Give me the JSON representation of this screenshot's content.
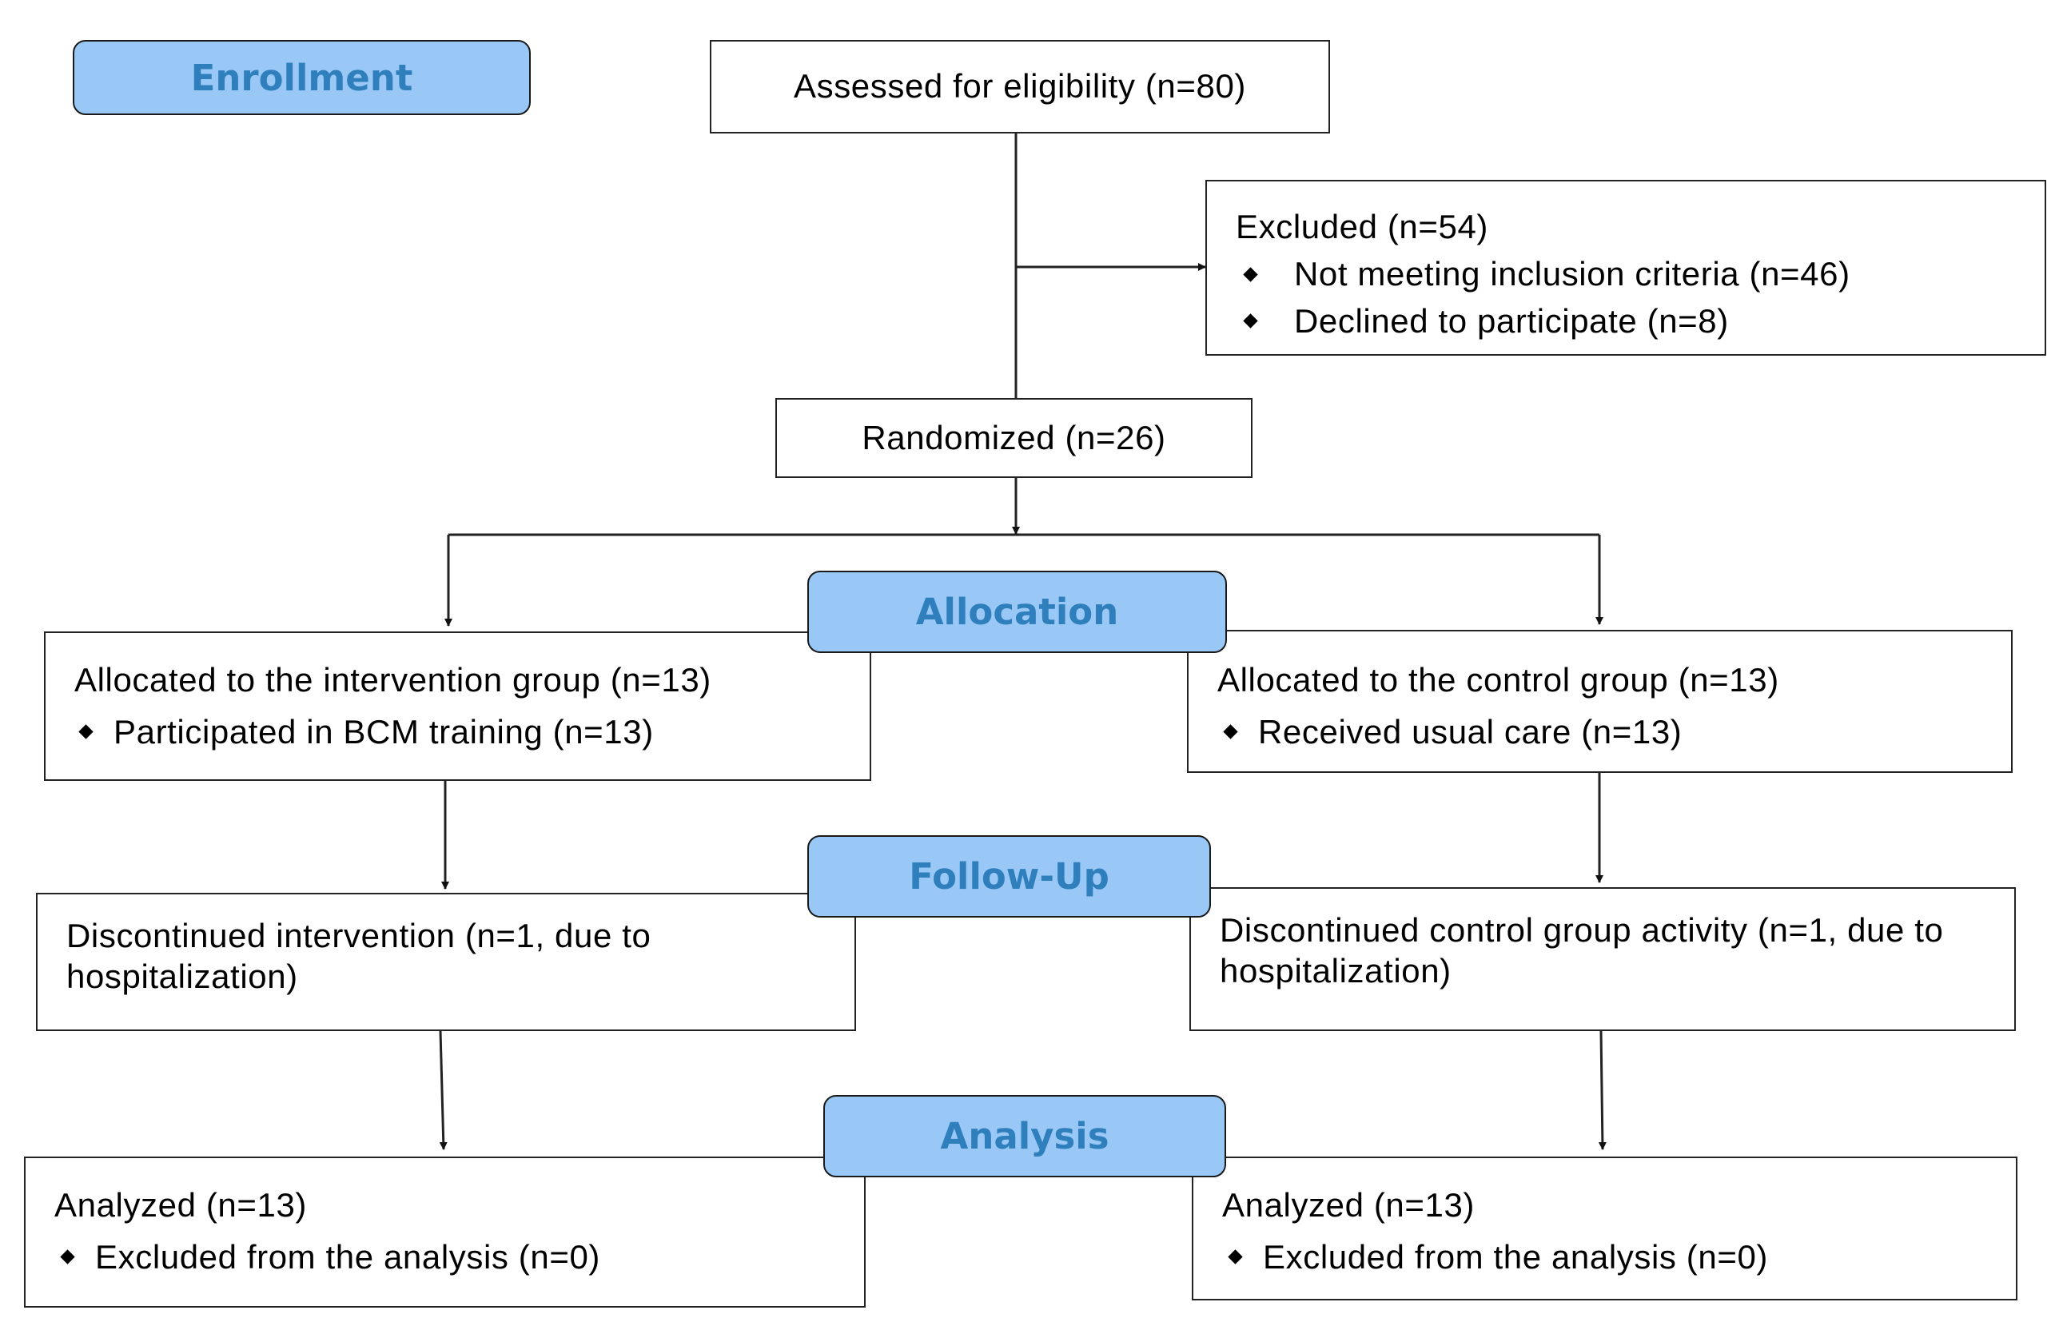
{
  "stages": {
    "enrollment": "Enrollment",
    "allocation": "Allocation",
    "follow_up": "Follow-Up",
    "analysis": "Analysis"
  },
  "assessed": "Assessed for eligibility (n=80)",
  "excluded": {
    "title": "Excluded (n=54)",
    "items": [
      "Not meeting inclusion criteria (n=46)",
      "Declined to participate (n=8)"
    ]
  },
  "randomized": "Randomized (n=26)",
  "intervention": {
    "allocated": "Allocated to the intervention group (n=13)",
    "allocated_item": "Participated in BCM training (n=13)",
    "followup": "Discontinued intervention (n=1, due to hospitalization)",
    "analyzed": "Analyzed (n=13)",
    "analyzed_item": "Excluded from the analysis (n=0)"
  },
  "control": {
    "allocated": "Allocated to the control group (n=13)",
    "allocated_item": "Received usual care (n=13)",
    "followup": "Discontinued control group activity (n=1, due to hospitalization)",
    "analyzed": "Analyzed (n=13)",
    "analyzed_item": "Excluded from the analysis (n=0)"
  },
  "colors": {
    "stage_fill": "#99c8f7",
    "stage_text": "#2f7fbd",
    "line": "#222222"
  }
}
